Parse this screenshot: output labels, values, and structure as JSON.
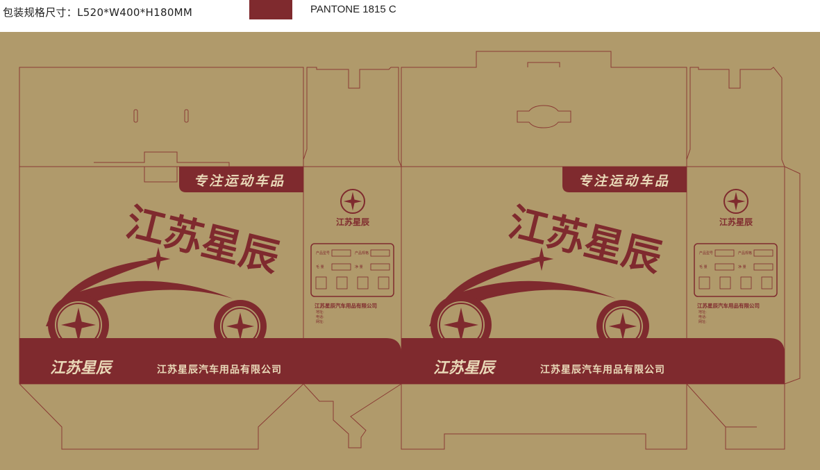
{
  "header": {
    "spec_label": "包装规格尺寸：L520*W400*H180MM",
    "pantone_label": "PANTONE 1815 C",
    "swatch_color": "#7f2a2e"
  },
  "colors": {
    "kraft": "#b09a6b",
    "ink": "#7f2a2e",
    "line": "#8a3a34"
  },
  "panels": {
    "front": {
      "slogan": "专注运动车品",
      "brand_title": "江苏星辰",
      "brand_small": "江苏星辰",
      "company": "江苏星辰汽车用品有限公司"
    },
    "back": {
      "slogan": "专注运动车品",
      "brand_title": "江苏星辰",
      "brand_small": "江苏星辰",
      "company": "江苏星辰汽车用品有限公司"
    },
    "side1": {
      "logo_text": "江苏星辰",
      "company": "江苏星辰汽车用品有限公司",
      "fields": [
        "产品型号",
        "产品规格",
        "毛 量",
        "净 量"
      ],
      "info_lines": [
        "地址:",
        "电话:",
        "网址:"
      ]
    },
    "side2": {
      "logo_text": "江苏星辰",
      "company": "江苏星辰汽车用品有限公司",
      "fields": [
        "产品型号",
        "产品规格",
        "毛 量",
        "净 量"
      ],
      "info_lines": [
        "地址:",
        "电话:",
        "网址:"
      ]
    }
  }
}
